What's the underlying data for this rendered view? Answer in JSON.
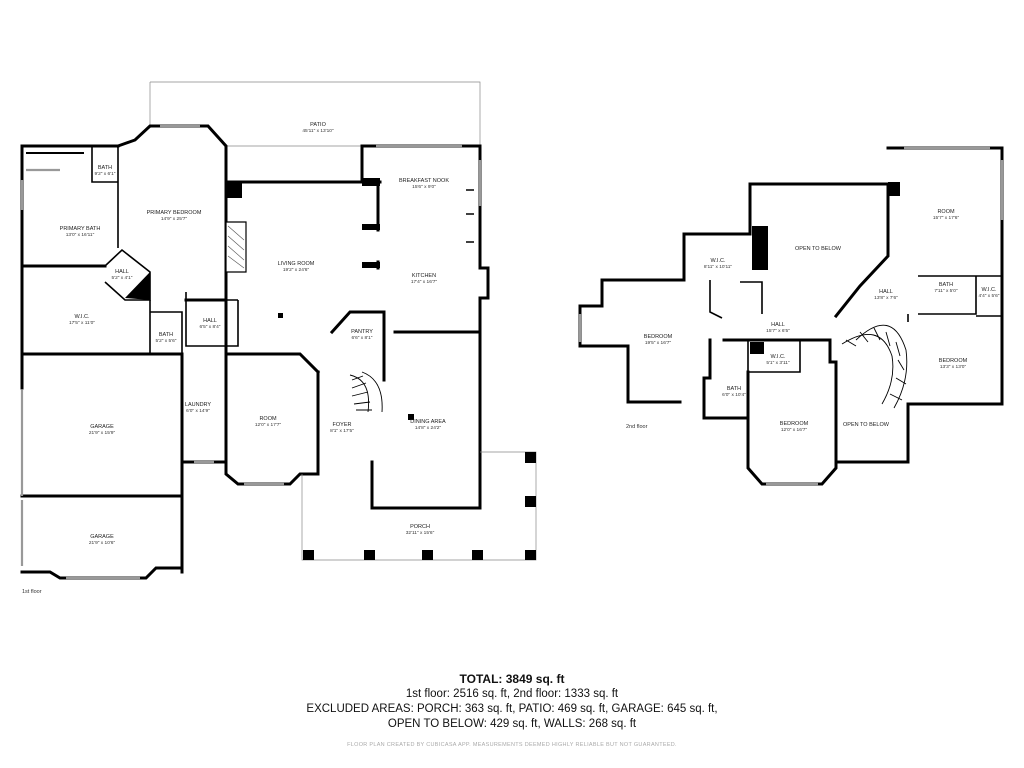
{
  "floors": {
    "first": {
      "label": "1st floor",
      "rooms": {
        "patio": {
          "name": "PATIO",
          "dims": "45'11\" x 13'10\""
        },
        "breakfast_nook": {
          "name": "BREAKFAST NOOK",
          "dims": "15'6\" x 9'0\""
        },
        "bath_top": {
          "name": "BATH",
          "dims": "9'2\" x 6'1\""
        },
        "primary_bedroom": {
          "name": "PRIMARY BEDROOM",
          "dims": "14'9\" x 25'7\""
        },
        "primary_bath": {
          "name": "PRIMARY BATH",
          "dims": "13'0\" x 16'11\""
        },
        "living_room": {
          "name": "LIVING ROOM",
          "dims": "19'2\" x 24'6\""
        },
        "kitchen": {
          "name": "KITCHEN",
          "dims": "17'4\" x 16'7\""
        },
        "hall_a": {
          "name": "HALL",
          "dims": "5'2\" x 4'1\""
        },
        "wic": {
          "name": "W.I.C.",
          "dims": "17'5\" x 11'0\""
        },
        "hall_b": {
          "name": "HALL",
          "dims": "6'5\" x 8'4\""
        },
        "bath_small": {
          "name": "BATH",
          "dims": "5'2\" x 5'6\""
        },
        "pantry": {
          "name": "PANTRY",
          "dims": "6'6\" x 8'1\""
        },
        "laundry": {
          "name": "LAUNDRY",
          "dims": "6'0\" x 14'9\""
        },
        "room": {
          "name": "ROOM",
          "dims": "12'0\" x 17'7\""
        },
        "foyer": {
          "name": "FOYER",
          "dims": "8'1\" x 17'5\""
        },
        "dining_area": {
          "name": "DINING AREA",
          "dims": "14'8\" x 24'2\""
        },
        "garage_a": {
          "name": "GARAGE",
          "dims": "21'9\" x 15'9\""
        },
        "garage_b": {
          "name": "GARAGE",
          "dims": "21'9\" x 10'6\""
        },
        "porch": {
          "name": "PORCH",
          "dims": "32'11\" x 15'6\""
        }
      }
    },
    "second": {
      "label": "2nd floor",
      "rooms": {
        "room": {
          "name": "ROOM",
          "dims": "15'7\" x 17'6\""
        },
        "open_below_a": {
          "name": "OPEN TO BELOW",
          "dims": ""
        },
        "wic_a": {
          "name": "W.I.C.",
          "dims": "8'11\" x 10'11\""
        },
        "hall_a": {
          "name": "HALL",
          "dims": "13'8\" x 7'6\""
        },
        "bath_a": {
          "name": "BATH",
          "dims": "7'11\" x 5'0\""
        },
        "wic_b": {
          "name": "W.I.C.",
          "dims": "4'4\" x 5'6\""
        },
        "bedroom_a": {
          "name": "BEDROOM",
          "dims": "19'5\" x 16'7\""
        },
        "hall_b": {
          "name": "HALL",
          "dims": "15'7\" x 6'5\""
        },
        "wic_c": {
          "name": "W.I.C.",
          "dims": "5'1\" x 3'11\""
        },
        "bedroom_b": {
          "name": "BEDROOM",
          "dims": "13'3\" x 13'0\""
        },
        "bath_b": {
          "name": "BATH",
          "dims": "6'0\" x 10'4\""
        },
        "bedroom_c": {
          "name": "BEDROOM",
          "dims": "12'0\" x 16'7\""
        },
        "open_below_b": {
          "name": "OPEN TO BELOW",
          "dims": ""
        }
      }
    }
  },
  "summary": {
    "total": "TOTAL: 3849 sq. ft",
    "floors_line": "1st floor: 2516 sq. ft, 2nd floor: 1333 sq. ft",
    "excluded_line": "EXCLUDED AREAS: PORCH: 363 sq. ft, PATIO: 469 sq. ft, GARAGE: 645 sq. ft,",
    "open_line": "OPEN TO BELOW: 429 sq. ft, WALLS: 268 sq. ft"
  },
  "footer": "FLOOR PLAN CREATED BY CUBICASA APP. MEASUREMENTS DEEMED HIGHLY RELIABLE BUT NOT GUARANTEED."
}
